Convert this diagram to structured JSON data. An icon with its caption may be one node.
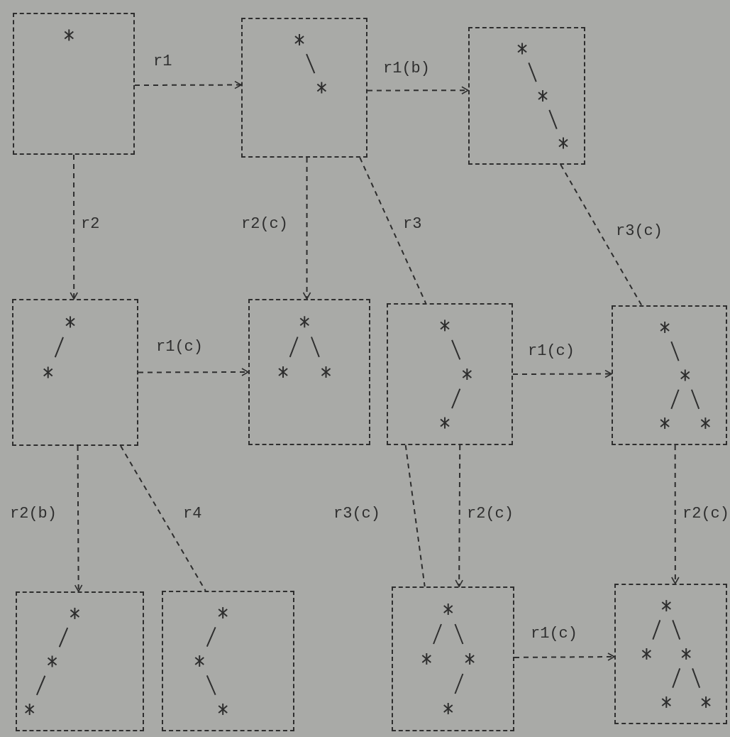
{
  "diagram": {
    "nodes": [
      {
        "text": [],
        "shape": "box"
      },
      {
        "text": [],
        "shape": "box"
      },
      {
        "text": [],
        "shape": "box"
      },
      {
        "text": [],
        "shape": "box"
      },
      {
        "text": [],
        "shape": "box"
      },
      {
        "text": [],
        "shape": "box"
      },
      {
        "text": [],
        "shape": "box"
      },
      {
        "text": [],
        "shape": "box"
      },
      {
        "text": [],
        "shape": "box"
      },
      {
        "text": [],
        "shape": "box"
      },
      {
        "text": [],
        "shape": "box"
      }
    ],
    "edges": [
      {
        "from": 0,
        "to": 1,
        "arrow": "to",
        "label": "r1"
      },
      {
        "from": 1,
        "to": 2,
        "arrow": "to",
        "label": "r1(b)"
      },
      {
        "from": 0,
        "to": 3,
        "arrow": "to",
        "label": "r2"
      },
      {
        "from": 1,
        "to": 4,
        "arrow": "to",
        "label": "r2(c)"
      },
      {
        "from": 1,
        "to": 5,
        "arrow": "none",
        "label": "r3"
      },
      {
        "from": 2,
        "to": 6,
        "arrow": "none",
        "label": "r3(c)"
      },
      {
        "from": 3,
        "to": 4,
        "arrow": "to",
        "label": "r1(c)"
      },
      {
        "from": 5,
        "to": 6,
        "arrow": "to",
        "label": "r1(c)"
      },
      {
        "from": 3,
        "to": 7,
        "arrow": "to",
        "label": "r2(b)"
      },
      {
        "from": 3,
        "to": 8,
        "arrow": "none",
        "label": "r4"
      },
      {
        "from": 5,
        "to": 9,
        "arrow": "none",
        "label": "r3(c)"
      },
      {
        "from": 5,
        "to": 9,
        "arrow": "to",
        "label": "r2(c)"
      },
      {
        "from": 6,
        "to": 10,
        "arrow": "to",
        "label": "r2(c)"
      },
      {
        "from": 9,
        "to": 10,
        "arrow": "to",
        "label": "r1(c)"
      }
    ]
  }
}
